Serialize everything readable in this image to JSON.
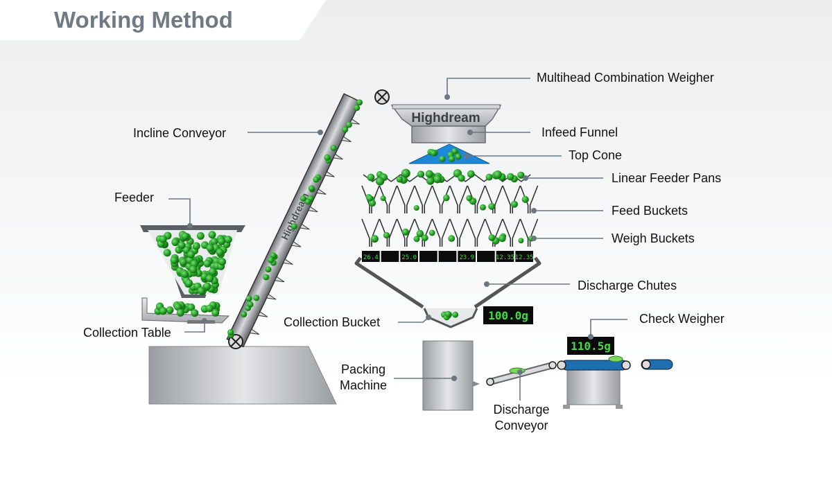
{
  "title": "Working Method",
  "labels": {
    "multihead": "Multihead Combination Weigher",
    "infeed_funnel": "Infeed Funnel",
    "top_cone": "Top Cone",
    "linear_feeder_pans": "Linear Feeder Pans",
    "feed_buckets": "Feed Buckets",
    "weigh_buckets": "Weigh Buckets",
    "discharge_chutes": "Discharge Chutes",
    "collection_bucket": "Collection Bucket",
    "check_weigher": "Check Weigher",
    "incline_conveyor": "Incline Conveyor",
    "feeder": "Feeder",
    "collection_table": "Collection Table",
    "packing_machine_line1": "Packing",
    "packing_machine_line2": "Machine",
    "discharge_conveyor_line1": "Discharge",
    "discharge_conveyor_line2": "Conveyor"
  },
  "brand": {
    "weigher": "Highdream",
    "conveyor": "Highdream"
  },
  "readouts": {
    "weigh_cells": [
      "26.4",
      "",
      "25.0",
      "",
      "",
      "23.9",
      "",
      "12.35",
      "12.35"
    ],
    "collection_display": "100.0g",
    "check_display": "110.5g"
  },
  "colors": {
    "product_green": "#2ca02c",
    "display_green": "#3dde3d",
    "top_cone_blue": "#1e88d8",
    "belt_blue": "#1e6fb0",
    "machine_gray": "#b9bdc1",
    "leader_line": "#6b7680"
  },
  "icons": [
    "leader-dot-icon",
    "roller-cross-icon"
  ]
}
